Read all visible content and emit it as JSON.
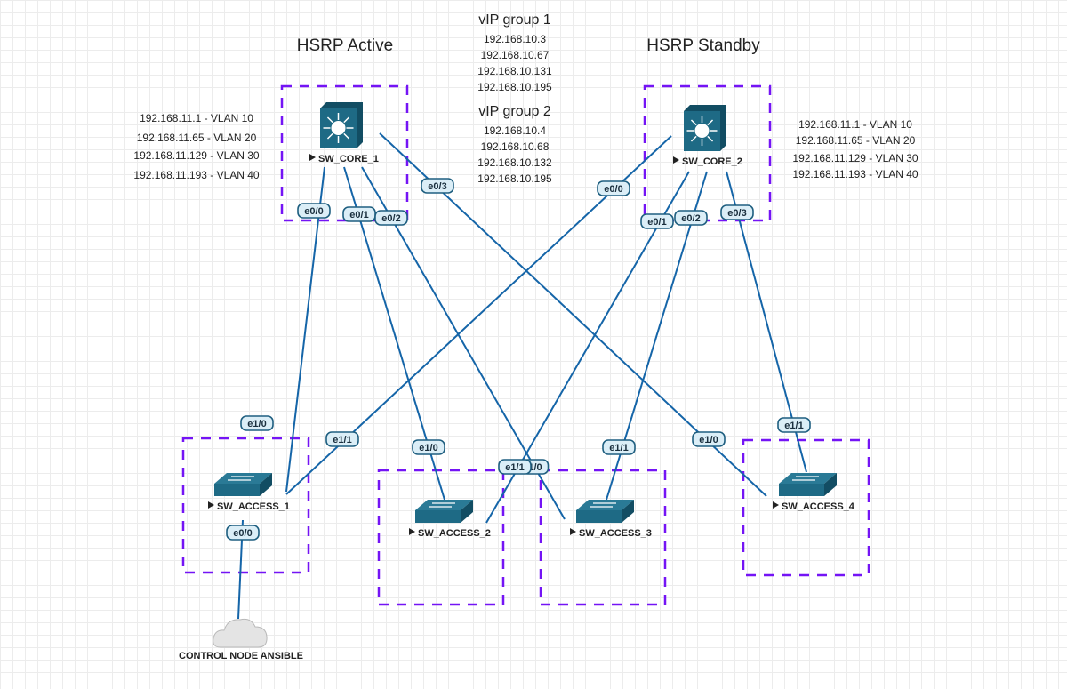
{
  "titles": {
    "active": "HSRP Active",
    "standby": "HSRP Standby"
  },
  "vip_groups": [
    {
      "label": "vIP group 1",
      "ips": [
        "192.168.10.3",
        "192.168.10.67",
        "192.168.10.131",
        "192.168.10.195"
      ]
    },
    {
      "label": "vIP group 2",
      "ips": [
        "192.168.10.4",
        "192.168.10.68",
        "192.168.10.132",
        "192.168.10.195"
      ]
    }
  ],
  "core1_vlans": [
    "192.168.11.1 - VLAN 10",
    "192.168.11.65 - VLAN 20",
    "192.168.11.129 - VLAN 30",
    "192.168.11.193 - VLAN 40"
  ],
  "core2_vlans": [
    "192.168.11.1 - VLAN 10",
    "192.168.11.65 - VLAN 20",
    "192.168.11.129 - VLAN 30",
    "192.168.11.193 - VLAN 40"
  ],
  "nodes": {
    "core1": "SW_CORE_1",
    "core2": "SW_CORE_2",
    "access1": "SW_ACCESS_1",
    "access2": "SW_ACCESS_2",
    "access3": "SW_ACCESS_3",
    "access4": "SW_ACCESS_4",
    "cloud": "CONTROL NODE ANSIBLE"
  },
  "links": [
    {
      "a": "core1",
      "a_if": "e0/0",
      "b": "access1",
      "b_if": "e1/0"
    },
    {
      "a": "core1",
      "a_if": "e0/1",
      "b": "access2",
      "b_if": "e1/0"
    },
    {
      "a": "core1",
      "a_if": "e0/2",
      "b": "access3",
      "b_if": "1/0"
    },
    {
      "a": "core1",
      "a_if": "e0/3",
      "b": "access4",
      "b_if": "e1/0"
    },
    {
      "a": "core2",
      "a_if": "e0/0",
      "b": "access1",
      "b_if": "e1/1"
    },
    {
      "a": "core2",
      "a_if": "e0/1",
      "b": "access2",
      "b_if": "e1/1"
    },
    {
      "a": "core2",
      "a_if": "e0/2",
      "b": "access3",
      "b_if": "e1/1"
    },
    {
      "a": "core2",
      "a_if": "e0/3",
      "b": "access4",
      "b_if": "e1/1"
    },
    {
      "a": "access1",
      "a_if": "e0/0",
      "b": "cloud",
      "b_if": ""
    }
  ],
  "colors": {
    "link": "#1565a8",
    "group_border": "#7414f5",
    "switch": "#1e6a85"
  }
}
